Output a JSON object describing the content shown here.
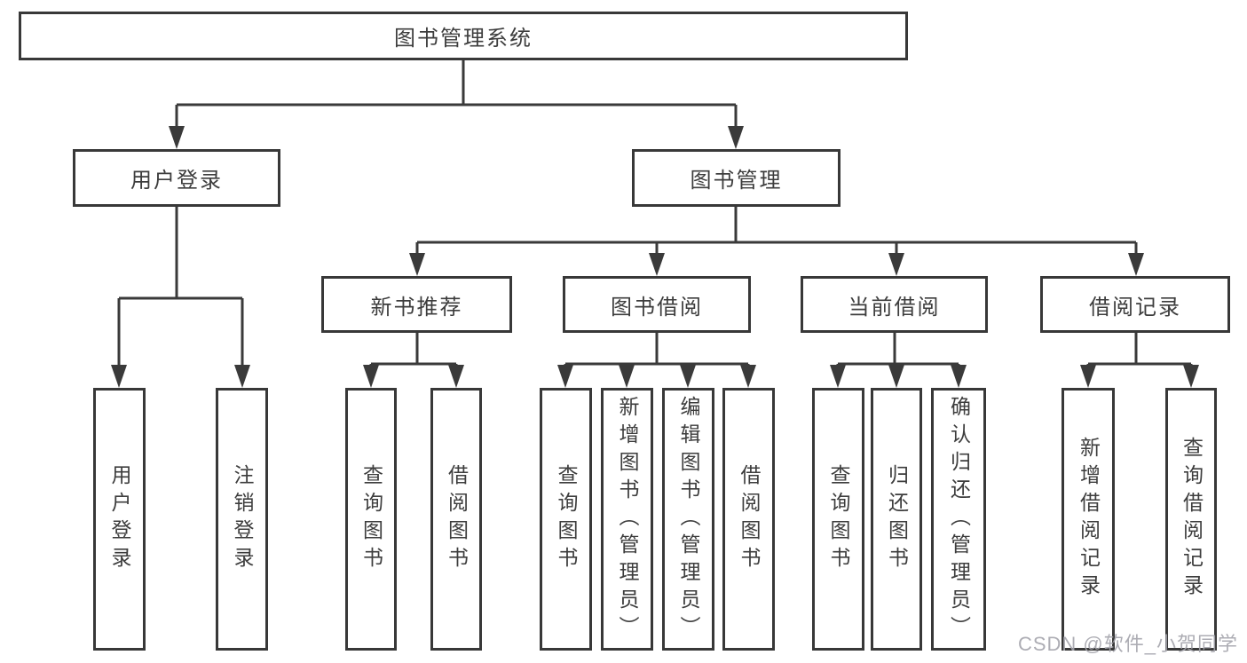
{
  "nodes": {
    "root": "图书管理系统",
    "user_login": "用户登录",
    "book_mgmt": "图书管理",
    "new_books": "新书推荐",
    "book_borrow": "图书借阅",
    "current_borrow": "当前借阅",
    "borrow_records": "借阅记录",
    "leaf_user_login": "用户登录",
    "leaf_logout": "注销登录",
    "leaf_nb_query": "查询图书",
    "leaf_nb_borrow": "借阅图书",
    "leaf_bb_query": "查询图书",
    "leaf_bb_add": "新增图书（管理员）",
    "leaf_bb_edit": "编辑图书（管理员）",
    "leaf_bb_borrow": "借阅图书",
    "leaf_cb_query": "查询图书",
    "leaf_cb_return": "归还图书",
    "leaf_cb_confirm": "确认归还（管理员）",
    "leaf_br_add": "新增借阅记录",
    "leaf_br_query": "查询借阅记录"
  },
  "colors": {
    "line": "#3a3a3a",
    "border": "#383838",
    "text": "#3d3d3d",
    "watermark": "#a4a4ac"
  },
  "watermark": "CSDN @软件_小贺同学"
}
